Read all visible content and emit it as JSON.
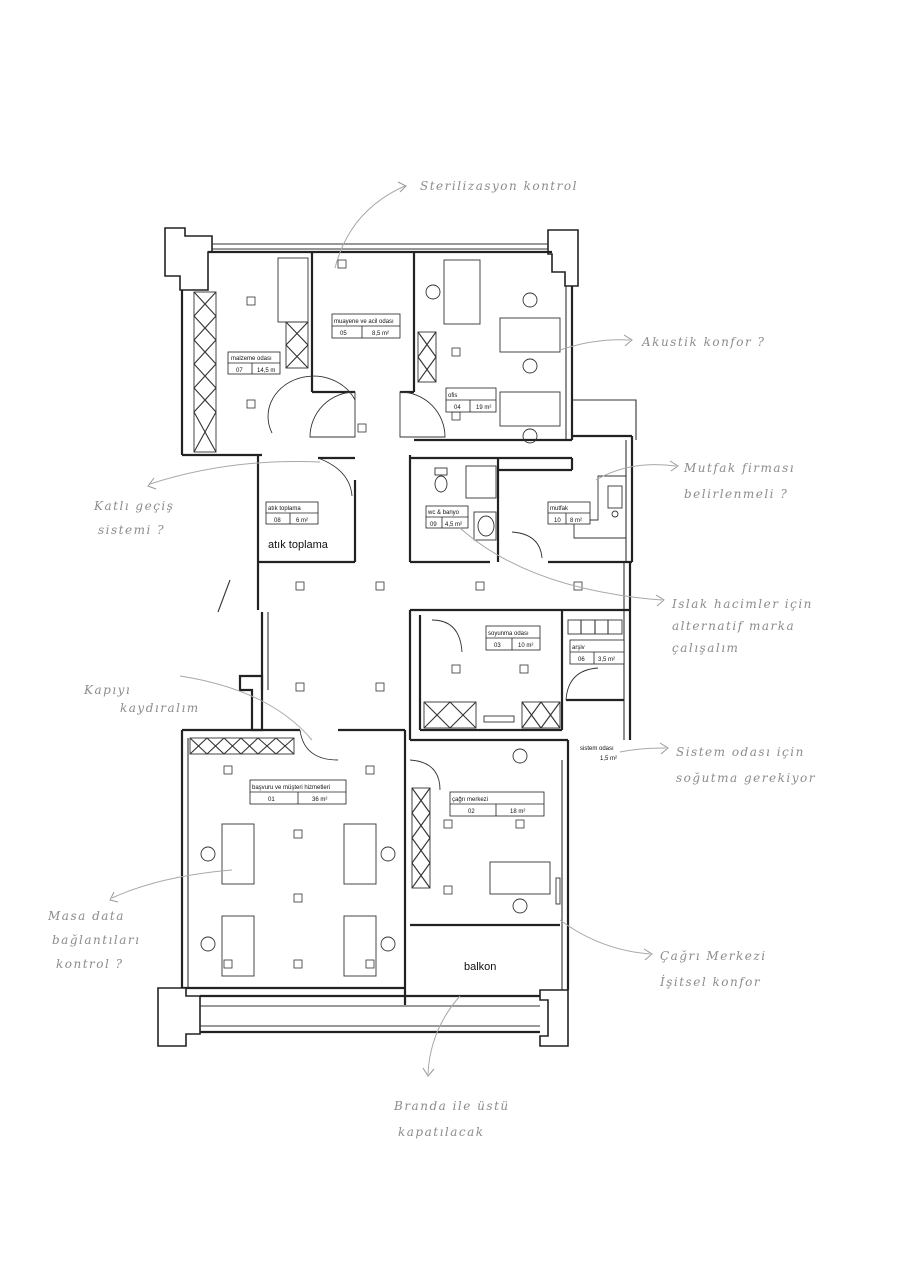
{
  "rooms": [
    {
      "key": "malzeme",
      "name": "malzeme odası",
      "no": "07",
      "area": "14,5 m"
    },
    {
      "key": "muayene",
      "name": "muayene ve acil odası",
      "no": "05",
      "area": "8,5 m²"
    },
    {
      "key": "ofis",
      "name": "ofis",
      "no": "04",
      "area": "19 m²"
    },
    {
      "key": "atik",
      "name": "atık toplama",
      "no": "08",
      "area": "6 m²"
    },
    {
      "key": "wc",
      "name": "wc & banyo",
      "no": "09",
      "area": "4,5 m²"
    },
    {
      "key": "mutfak",
      "name": "mutfak",
      "no": "10",
      "area": "8 m²"
    },
    {
      "key": "soyunma",
      "name": "soyunma odası",
      "no": "03",
      "area": "10 m²"
    },
    {
      "key": "arsiv",
      "name": "arşiv",
      "no": "06",
      "area": "3,5 m²"
    },
    {
      "key": "basvuru",
      "name": "başvuru ve müşteri hizmetleri",
      "no": "01",
      "area": "36 m²"
    },
    {
      "key": "cagri",
      "name": "çağrı merkezi",
      "no": "02",
      "area": "18 m²"
    }
  ],
  "sistem_odasi": {
    "name": "sistem odası",
    "area": "1,5 m²"
  },
  "big_labels": {
    "atik": "atık toplama",
    "balkon": "balkon"
  },
  "notes": [
    {
      "key": "sterilizasyon",
      "lines": [
        "Sterilizasyon kontrol"
      ]
    },
    {
      "key": "akustik",
      "lines": [
        "Akustik konfor ?"
      ]
    },
    {
      "key": "mutfak",
      "lines": [
        "Mutfak firması",
        "belirlenmeli ?"
      ]
    },
    {
      "key": "katli",
      "lines": [
        "Katlı geçiş",
        "sistemi ?"
      ]
    },
    {
      "key": "islak",
      "lines": [
        "Islak hacimler için",
        "alternatif marka",
        "çalışalım"
      ]
    },
    {
      "key": "kapi",
      "lines": [
        "Kapıyı",
        "kaydıralım"
      ]
    },
    {
      "key": "sistem",
      "lines": [
        "Sistem odası için",
        "soğutma gerekiyor"
      ]
    },
    {
      "key": "masa",
      "lines": [
        "Masa data",
        "bağlantıları",
        "kontrol ?"
      ]
    },
    {
      "key": "cagri",
      "lines": [
        "Çağrı Merkezi",
        "İşitsel konfor"
      ]
    },
    {
      "key": "branda",
      "lines": [
        "Branda ile üstü",
        "kapatılacak"
      ]
    }
  ]
}
